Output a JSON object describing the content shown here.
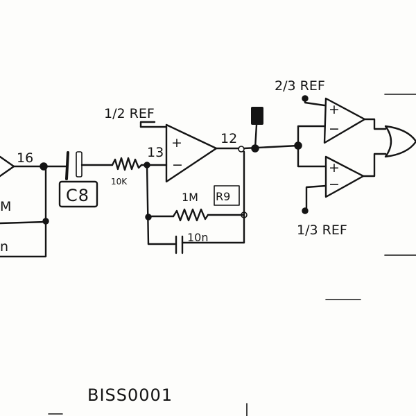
{
  "labels": {
    "node_16": "16",
    "node_13": "13",
    "node_12": "12",
    "c8": "C8",
    "r_10k": "10K",
    "r_1m_left": "M",
    "r9_value": "1M",
    "r9": "R9",
    "c_10n": "10n",
    "ref_half": "1/2 REF",
    "ref_two_thirds": "2/3 REF",
    "ref_one_third": "1/3 REF",
    "part_number": "BISS0001",
    "plus": "+",
    "minus": "−",
    "cut_n": "n"
  }
}
